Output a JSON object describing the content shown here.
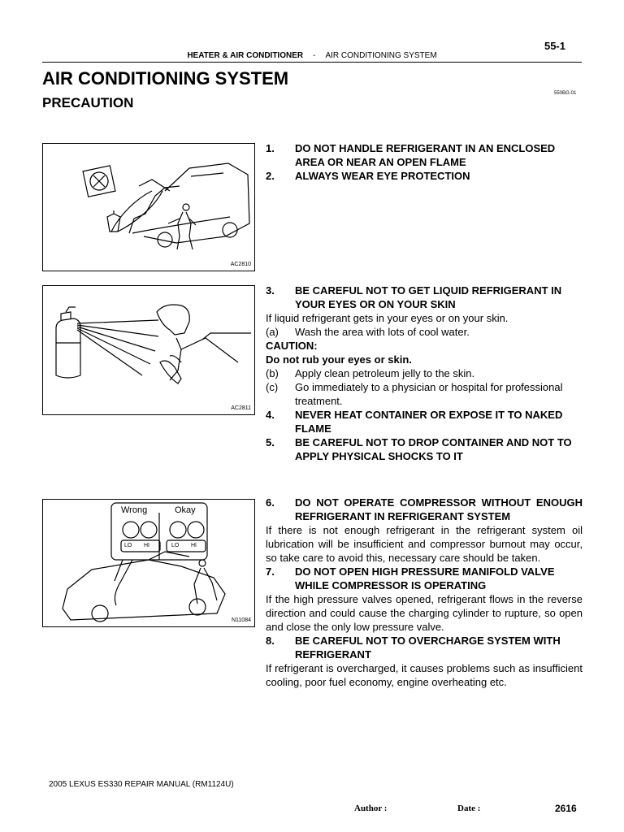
{
  "header": {
    "page_number": "55-1",
    "section": "HEATER & AIR CONDITIONER",
    "separator": "-",
    "subsection": "AIR CONDITIONING SYSTEM",
    "title": "AIR CONDITIONING SYSTEM",
    "subtitle": "PRECAUTION",
    "doc_code": "550BG-01"
  },
  "figures": [
    {
      "code": "AC2810"
    },
    {
      "code": "AC2811"
    },
    {
      "code": "N11084",
      "label_wrong": "Wrong",
      "label_okay": "Okay",
      "gauge_lo": "LO",
      "gauge_hi": "HI"
    }
  ],
  "content": {
    "i1": {
      "num": "1.",
      "text": "DO NOT HANDLE REFRIGERANT IN AN ENCLOSED AREA OR NEAR AN OPEN FLAME"
    },
    "i2": {
      "num": "2.",
      "text": "ALWAYS WEAR EYE PROTECTION"
    },
    "i3": {
      "num": "3.",
      "text": "BE CAREFUL NOT TO GET LIQUID REFRIGERANT IN YOUR EYES OR ON YOUR SKIN"
    },
    "p3": "If liquid refrigerant gets in your eyes or on your skin.",
    "s3a": {
      "num": "(a)",
      "text": "Wash the area with lots of cool water."
    },
    "caution_label": "CAUTION:",
    "caution_text": "Do not rub your eyes or skin.",
    "s3b": {
      "num": "(b)",
      "text": "Apply clean petroleum jelly to the skin."
    },
    "s3c": {
      "num": "(c)",
      "text": "Go immediately to a physician or hospital for professional treatment."
    },
    "i4": {
      "num": "4.",
      "text": "NEVER HEAT CONTAINER OR EXPOSE IT TO NAKED FLAME"
    },
    "i5": {
      "num": "5.",
      "text": "BE CAREFUL NOT TO DROP CONTAINER AND NOT TO APPLY PHYSICAL SHOCKS TO IT"
    },
    "i6": {
      "num": "6.",
      "text": "DO NOT OPERATE COMPRESSOR WITHOUT ENOUGH REFRIGERANT IN REFRIGERANT SYSTEM"
    },
    "p6": "If there is not enough refrigerant in the refrigerant system oil lubrication will be insufficient and compressor burnout may occur, so take care to avoid this, necessary care should be taken.",
    "i7": {
      "num": "7.",
      "text": "DO NOT OPEN HIGH PRESSURE MANIFOLD VALVE WHILE COMPRESSOR IS OPERATING"
    },
    "p7": "If the high pressure valves opened, refrigerant flows in the reverse direction and could cause the charging cylinder to rupture, so open and close the only low pressure valve.",
    "i8": {
      "num": "8.",
      "text": "BE CAREFUL NOT TO OVERCHARGE SYSTEM WITH REFRIGERANT"
    },
    "p8": "If refrigerant is overcharged, it causes problems such as insufficient cooling, poor fuel economy, engine overheating etc."
  },
  "footer": {
    "manual": "2005 LEXUS ES330 REPAIR MANUAL   (RM1124U)",
    "author_label": "Author :",
    "date_label": "Date :",
    "page": "2616"
  }
}
